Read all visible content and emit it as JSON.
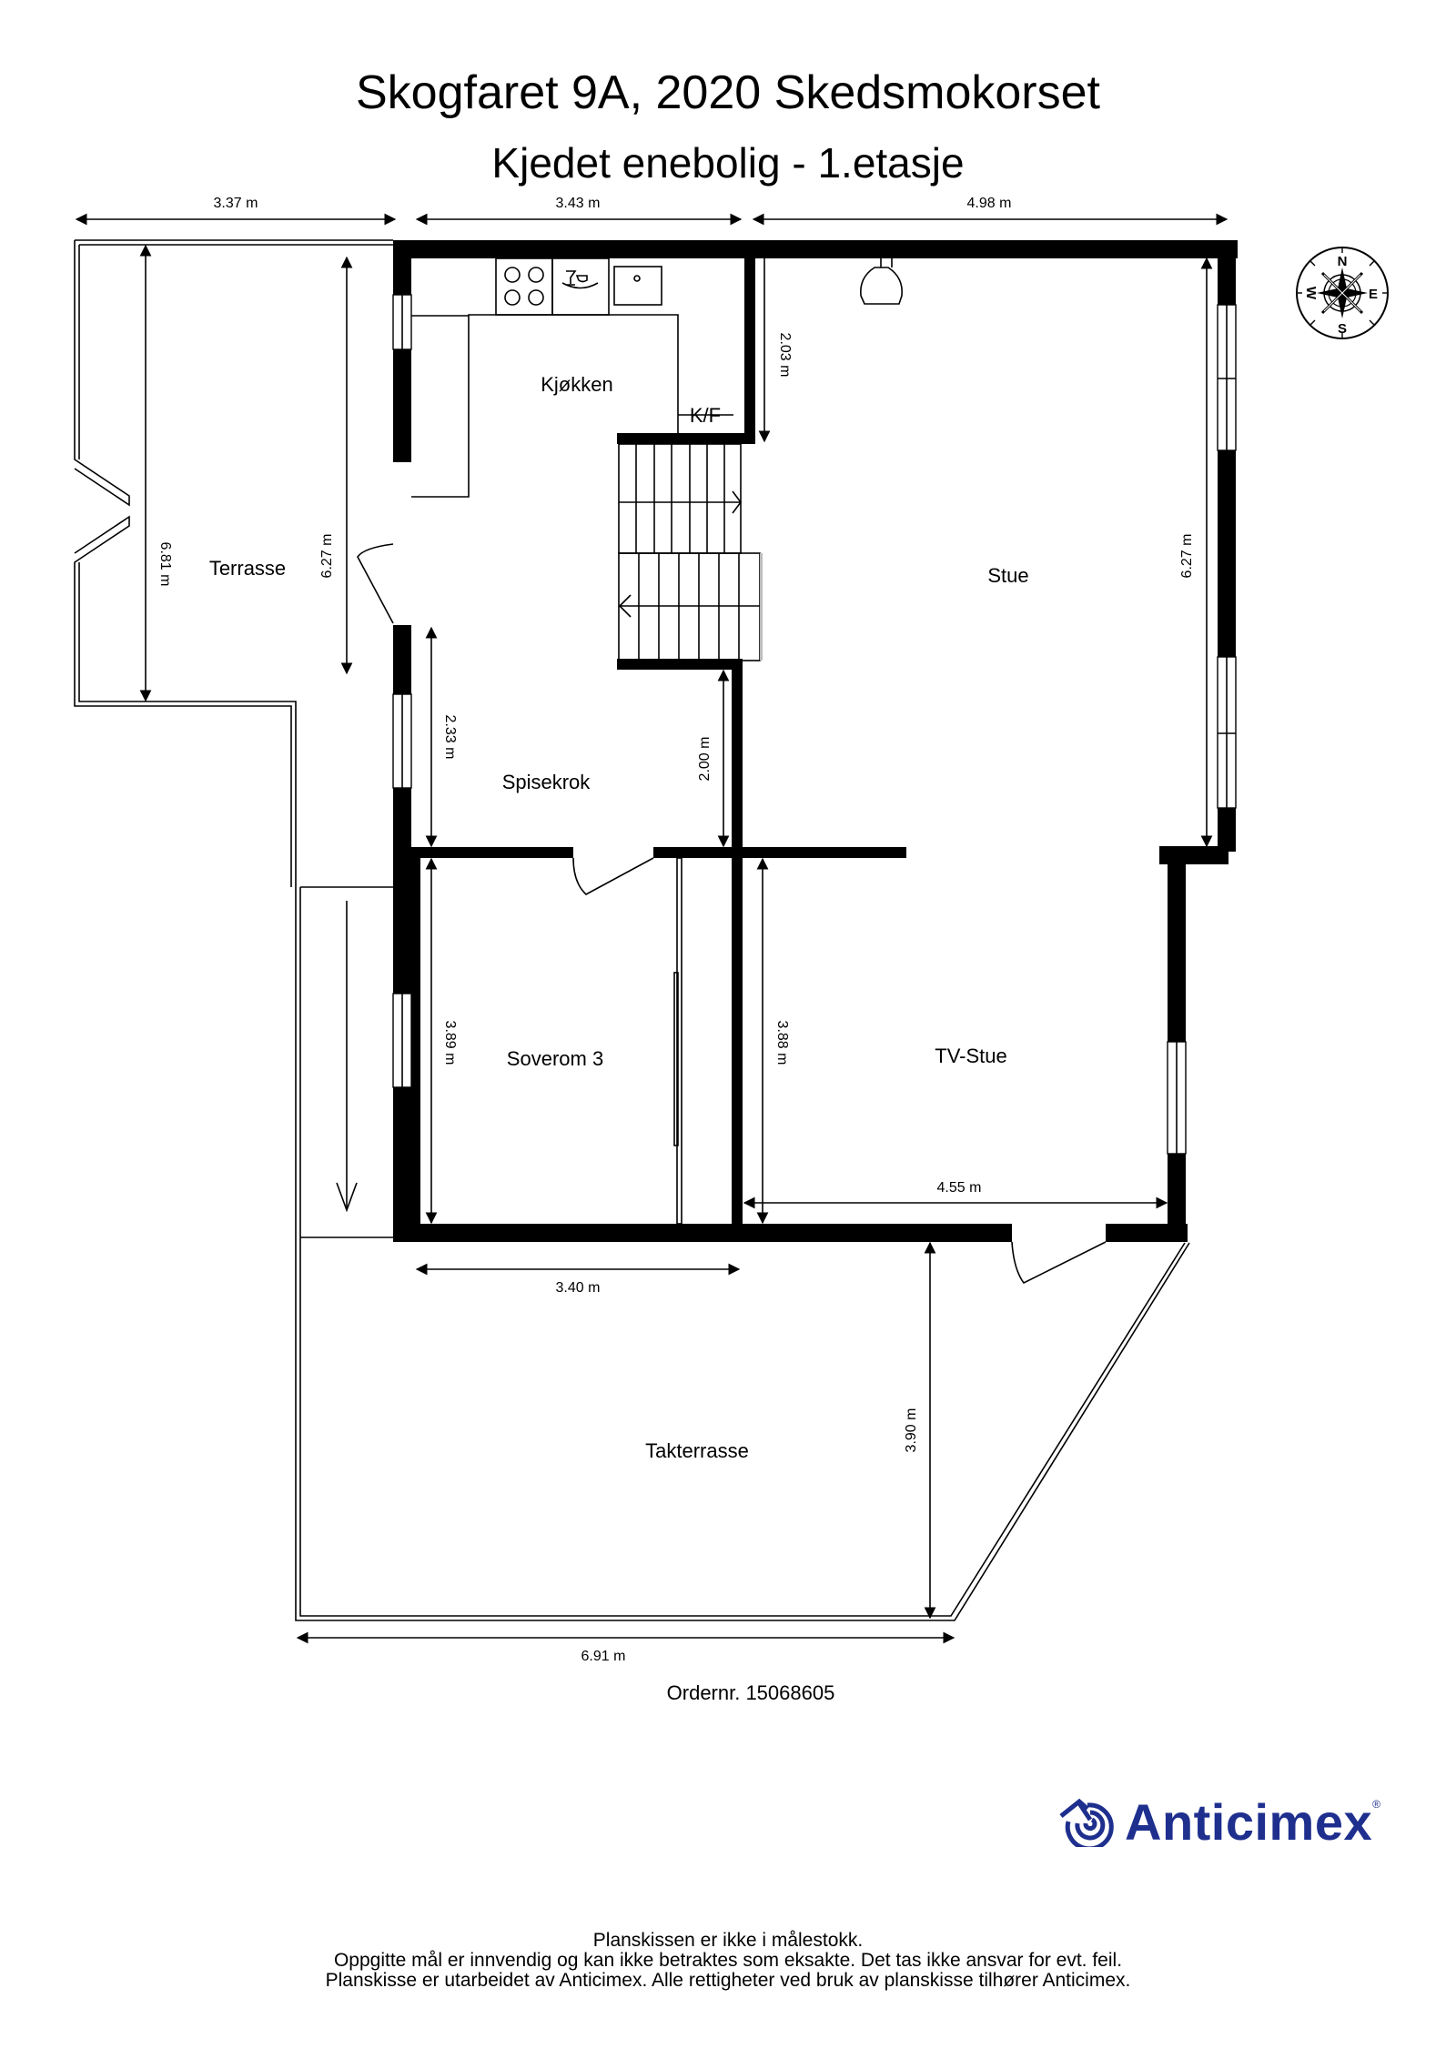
{
  "header": {
    "address": "Skogfaret 9A, 2020 Skedsmokorset",
    "subtitle": "Kjedet enebolig  - 1.etasje"
  },
  "rooms": {
    "kitchen": "Kjøkken",
    "fridge_freezer": "K/F",
    "terrace": "Terrasse",
    "living_room": "Stue",
    "dining_nook": "Spisekrok",
    "bedroom_3": "Soverom 3",
    "tv_room": "TV-Stue",
    "roof_terrace": "Takterrasse"
  },
  "dimensions": {
    "top_terrace_width": "3.37 m",
    "top_kitchen_width": "3.43 m",
    "top_living_width": "4.98 m",
    "terrace_outer_depth": "6.81 m",
    "terrace_inner_depth": "6.27 m",
    "kitchen_to_stair": "2.03 m",
    "living_depth": "6.27 m",
    "dining_depth": "2.33 m",
    "stair_to_wall": "2.00 m",
    "bedroom_depth": "3.89 m",
    "tv_room_depth": "3.88 m",
    "tv_room_width": "4.55 m",
    "bedroom_width": "3.40 m",
    "roof_terrace_depth": "3.90 m",
    "roof_terrace_width": "6.91 m"
  },
  "compass": {
    "n": "N",
    "e": "E",
    "s": "S",
    "w": "W"
  },
  "order": "Ordernr. 15068605",
  "brand": {
    "name": "Anticimex",
    "registered": "®",
    "color": "#1e2f8e"
  },
  "footer": {
    "line1": "Planskissen er ikke i målestokk.",
    "line2": "Oppgitte mål er innvendig og kan ikke betraktes som eksakte. Det tas ikke ansvar for evt. feil.",
    "line3": "Planskisse er utarbeidet av Anticimex. Alle rettigheter ved bruk av planskisse tilhører Anticimex."
  }
}
